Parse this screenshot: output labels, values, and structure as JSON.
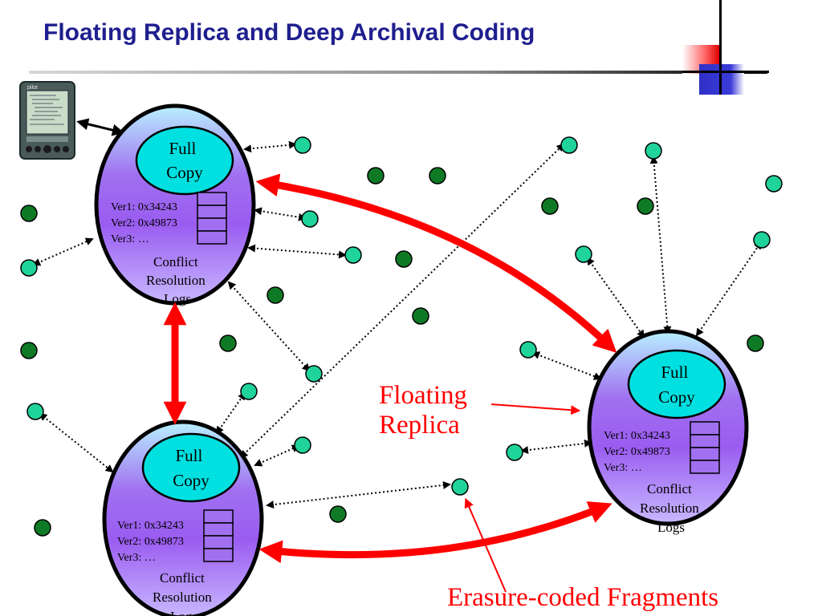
{
  "title": "Floating Replica and Deep Archival Coding",
  "colors": {
    "title": "#1f1f8f",
    "replica_link": "#ff0000",
    "fragment_active": "#1fd39a",
    "fragment_inactive": "#0f7a25",
    "full_copy": "#00e0e0"
  },
  "device": {
    "brand": "pilot",
    "icon": "palm-pilot-icon"
  },
  "replicas": [
    {
      "full_copy": "Full\nCopy",
      "versions": [
        "Ver1: 0x34243",
        "Ver2: 0x49873",
        "Ver3: …"
      ],
      "logs": "Conflict\nResolution\nLogs"
    },
    {
      "full_copy": "Full\nCopy",
      "versions": [
        "Ver1: 0x34243",
        "Ver2: 0x49873",
        "Ver3: …"
      ],
      "logs": "Conflict\nResolution\nLogs"
    },
    {
      "full_copy": "Full\nCopy",
      "versions": [
        "Ver1: 0x34243",
        "Ver2: 0x49873",
        "Ver3: …"
      ],
      "logs": "Conflict\nResolution\nLogs"
    }
  ],
  "annotations": {
    "floating_replica": "Floating\nReplica",
    "erasure_coded": "Erasure-coded Fragments"
  }
}
